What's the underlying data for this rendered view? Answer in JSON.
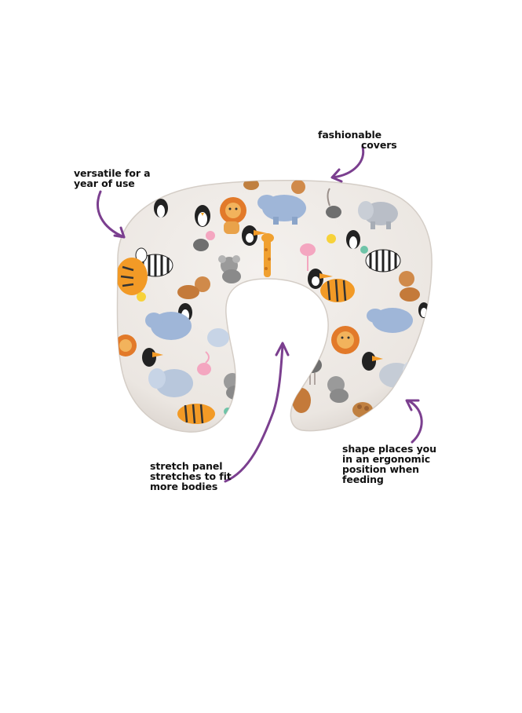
{
  "callouts": {
    "fashionable": [
      "fashionable",
      "covers"
    ],
    "versatile": [
      "versatile for a",
      "year of use"
    ],
    "stretch": [
      "stretch panel",
      "stretches to fit",
      "more bodies"
    ],
    "shape": [
      "shape places you",
      "in an ergonomic",
      "position when",
      "feeding"
    ]
  },
  "colors": {
    "arrow": "#7b3f8f",
    "pillow_fabric": "#f1edea",
    "pillow_shadow": "#d9d3ce"
  },
  "pattern_animals": [
    "lion",
    "penguin",
    "hippo",
    "toucan",
    "elephant",
    "zebra",
    "tiger",
    "monkey",
    "koala",
    "giraffe",
    "flamingo",
    "ostrich",
    "hedgehog",
    "chick"
  ]
}
